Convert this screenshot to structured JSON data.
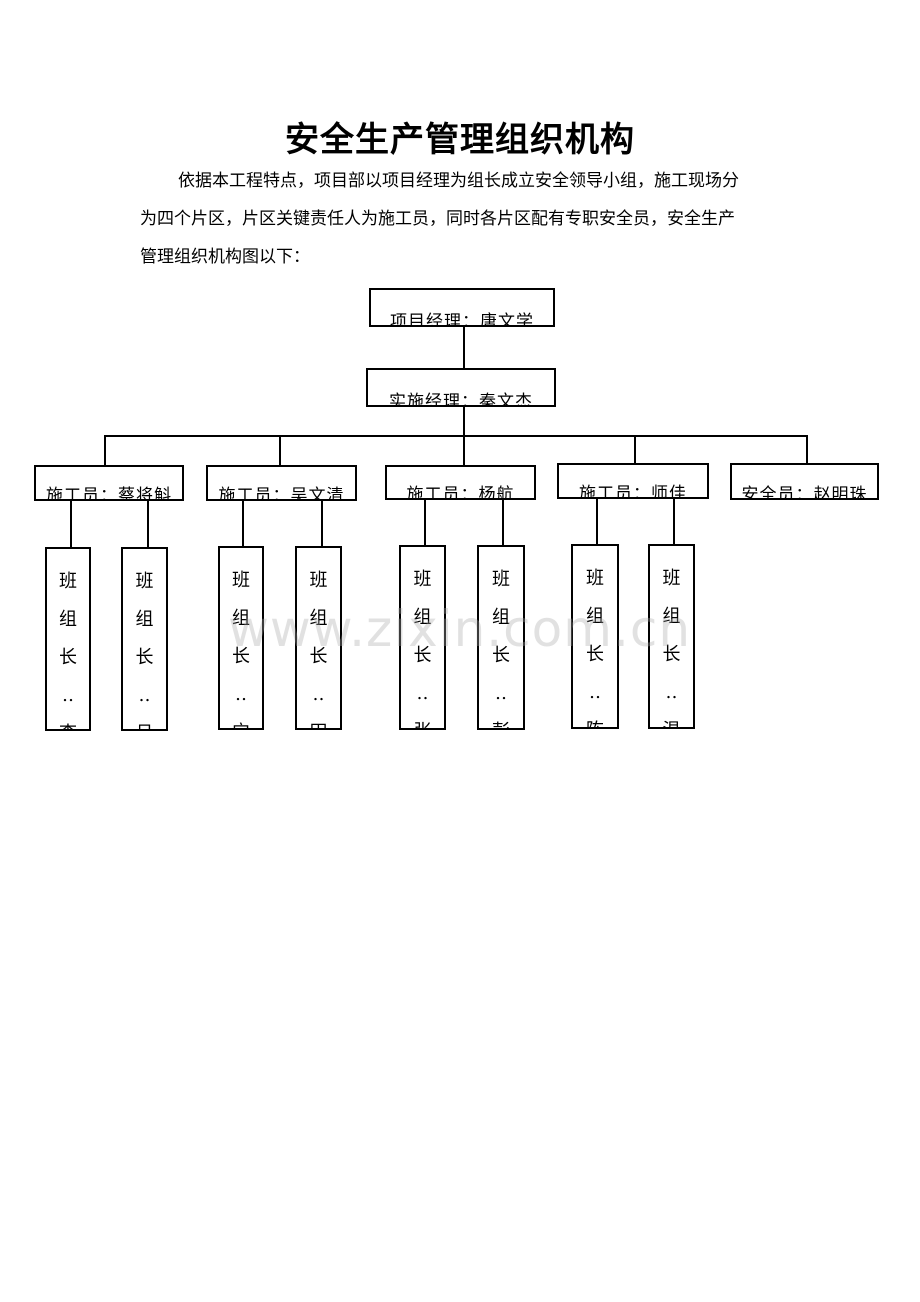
{
  "title": "安全生产管理组织机构",
  "paragraph": {
    "line1": "依据本工程特点，项目部以项目经理为组长成立安全领导小组，施工现场分",
    "line2": "为四个片区，片区关键责任人为施工员，同时各片区配有专职安全员，安全生产",
    "line3": "管理组织机构图以下："
  },
  "org": {
    "project_manager": "项目经理：唐文学",
    "implementation_manager": "实施经理：秦文杰",
    "supervisors": [
      "施工员：蔡将斛",
      "施工员：吴文清",
      "施工员：杨航",
      "施工员：师佳",
      "安全员：赵明珠"
    ],
    "team_leader_chars": [
      "班",
      "组",
      "长",
      "‥"
    ],
    "team_leader_tails": [
      "李",
      "吕",
      "宁",
      "田",
      "张",
      "彭",
      "陈",
      "温"
    ]
  },
  "watermark": "www.zixin.com.cn"
}
